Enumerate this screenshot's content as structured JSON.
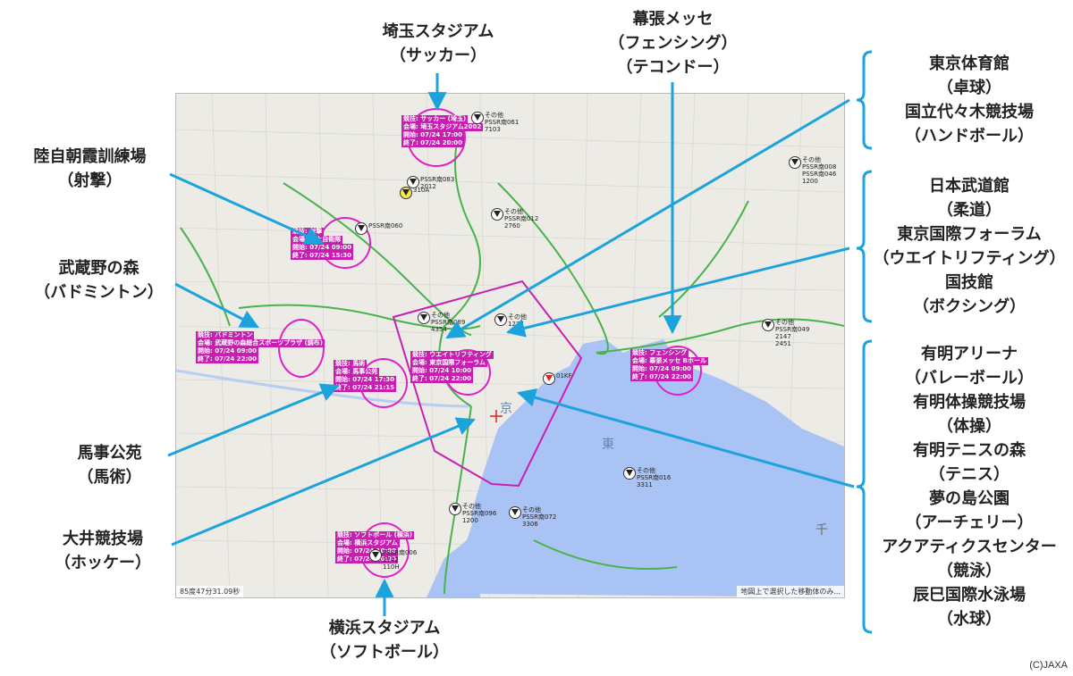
{
  "map": {
    "scale_text": "85度47分31.09秒",
    "note_text": "地図上で選択した移動体のみ..."
  },
  "water_labels": [
    "東",
    "京",
    "千"
  ],
  "credit": "(C)JAXA",
  "aircraft": [
    {
      "id": "a1",
      "icon": "aircraft-icon",
      "lines": [
        "その他",
        "PSSR南061",
        "7103"
      ]
    },
    {
      "id": "a2",
      "icon": "aircraft-icon",
      "lines": [
        "PSSR南083",
        "2012"
      ]
    },
    {
      "id": "a3",
      "icon": "aircraft-icon",
      "lines": [
        "310A"
      ]
    },
    {
      "id": "a4",
      "icon": "aircraft-icon",
      "lines": [
        "その他",
        "PSSR南012",
        "2760"
      ]
    },
    {
      "id": "a5",
      "icon": "aircraft-icon",
      "lines": [
        "PSSR南060"
      ]
    },
    {
      "id": "a6",
      "icon": "aircraft-icon",
      "lines": [
        "その他",
        "PSSR南089",
        "4354"
      ]
    },
    {
      "id": "a7",
      "icon": "aircraft-icon",
      "lines": [
        "その他",
        "1237"
      ]
    },
    {
      "id": "a8",
      "icon": "aircraft-icon",
      "lines": [
        "その他",
        "PSSR南008",
        "PSSR南046",
        "1200"
      ]
    },
    {
      "id": "a9",
      "icon": "aircraft-icon",
      "lines": [
        "その他",
        "PSSR南049",
        "2147",
        "2451"
      ]
    },
    {
      "id": "a10",
      "icon": "aircraft-icon",
      "lines": [
        "その他",
        "PSSR南016",
        "3311"
      ]
    },
    {
      "id": "a11",
      "icon": "aircraft-icon",
      "lines": [
        "その他",
        "PSSR南096",
        "1200"
      ]
    },
    {
      "id": "a12",
      "icon": "aircraft-icon",
      "lines": [
        "その他",
        "PSSR南072",
        "3306"
      ]
    },
    {
      "id": "a13",
      "icon": "aircraft-icon",
      "lines": [
        "01KF"
      ]
    },
    {
      "id": "a14",
      "icon": "aircraft-icon",
      "lines": [
        "PSSR南006",
        "1742",
        "110H"
      ]
    }
  ],
  "venue_tags": [
    {
      "id": "t1",
      "lines": [
        "競技: サッカー (埼玉)",
        "会場: 埼玉スタジアム2002",
        "開始: 07/24 17:00",
        "終了: 07/24 20:00"
      ]
    },
    {
      "id": "t2",
      "lines": [
        "競技: 射撃",
        "会場: 陸上自衛隊",
        "開始: 07/24 09:00",
        "終了: 07/24 15:30"
      ]
    },
    {
      "id": "t3",
      "lines": [
        "競技: バドミントン",
        "会場: 武蔵野の森総合スポーツプラザ (調布)",
        "開始: 07/24 09:00",
        "終了: 07/24 22:00"
      ]
    },
    {
      "id": "t4",
      "lines": [
        "競技: 馬術",
        "会場: 馬事公苑",
        "開始: 07/24 17:30",
        "終了: 07/24 21:15"
      ]
    },
    {
      "id": "t5",
      "lines": [
        "競技: ウエイトリフティング",
        "会場: 東京国際フォーラム",
        "開始: 07/24 10:00",
        "終了: 07/24 22:00"
      ]
    },
    {
      "id": "t6",
      "lines": [
        "競技: フェンシング",
        "会場: 幕張メッセ Bホール",
        "開始: 07/24 09:00",
        "終了: 07/24 22:00"
      ]
    },
    {
      "id": "t7",
      "lines": [
        "競技: ソフトボール (横浜)",
        "会場: 横浜スタジアム",
        "開始: 07/24 10:00",
        "終了: 07/24 20:30"
      ]
    }
  ],
  "outer_labels": {
    "saitama": [
      "埼玉スタジアム",
      "（サッカー）"
    ],
    "makuhari": [
      "幕張メッセ",
      "（フェンシング）",
      "（テコンドー）"
    ],
    "asaka": [
      "陸自朝霞訓練場",
      "（射撃）"
    ],
    "musashino": [
      "武蔵野の森",
      "（バドミントン）"
    ],
    "bajikoen": [
      "馬事公苑",
      "（馬術）"
    ],
    "oi": [
      "大井競技場",
      "（ホッケー）"
    ],
    "yokohama": [
      "横浜スタジアム",
      "（ソフトボール）"
    ],
    "right_top": [
      "東京体育館",
      "（卓球）",
      "国立代々木競技場",
      "（ハンドボール）"
    ],
    "right_mid": [
      "日本武道館",
      "（柔道）",
      "東京国際フォーラム",
      "（ウエイトリフティング）",
      "国技館",
      "（ボクシング）"
    ],
    "right_bottom": [
      "有明アリーナ",
      "（バレーボール）",
      "有明体操競技場",
      "（体操）",
      "有明テニスの森",
      "（テニス）",
      "夢の島公園",
      "（アーチェリー）",
      "アクアティクスセンター",
      "（競泳）",
      "辰巳国際水泳場",
      "（水球）"
    ]
  },
  "colors": {
    "connector": "#1ca3dc",
    "venue_ring": "#e020c8",
    "restricted_zone": "#c81fb2",
    "water": "#a9c4f4",
    "land": "#ecebe6",
    "green_road": "#49b34b"
  }
}
